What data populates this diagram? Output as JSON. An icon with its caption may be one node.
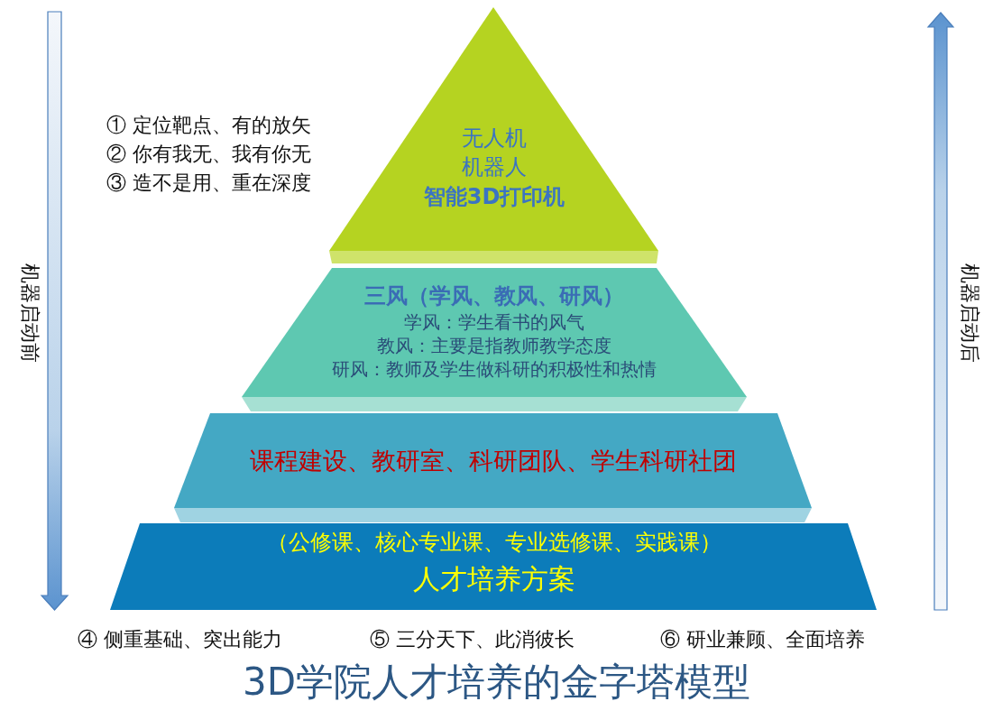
{
  "diagram": {
    "title": "3D学院人才培养的金字塔模型",
    "nodes": [
      {
        "text": [
          "无人机",
          "机器人",
          "智能3D打印机"
        ]
      },
      {
        "text": [
          "三风（学风、教风、研风）",
          "学风：学生看书的风气",
          "教风：主要是指教师教学态度",
          "研风：教师及学生做科研的积极性和热情"
        ]
      },
      {
        "text": [
          "课程建设、教研室、科研团队、学生科研社团"
        ]
      },
      {
        "text": [
          "（公修课、核心专业课、专业选修课、实践课）",
          "人才培养方案"
        ]
      }
    ],
    "edges": [],
    "labels": [
      "① 定位靶点、有的放矢",
      "② 你有我无、我有你无",
      "③ 造不是用、重在深度",
      "机器启动前",
      "机器启动后",
      "④ 侧重基础、突出能力",
      "⑤ 三分天下、此消彼长",
      "⑥ 研业兼顾、全面培养"
    ]
  }
}
